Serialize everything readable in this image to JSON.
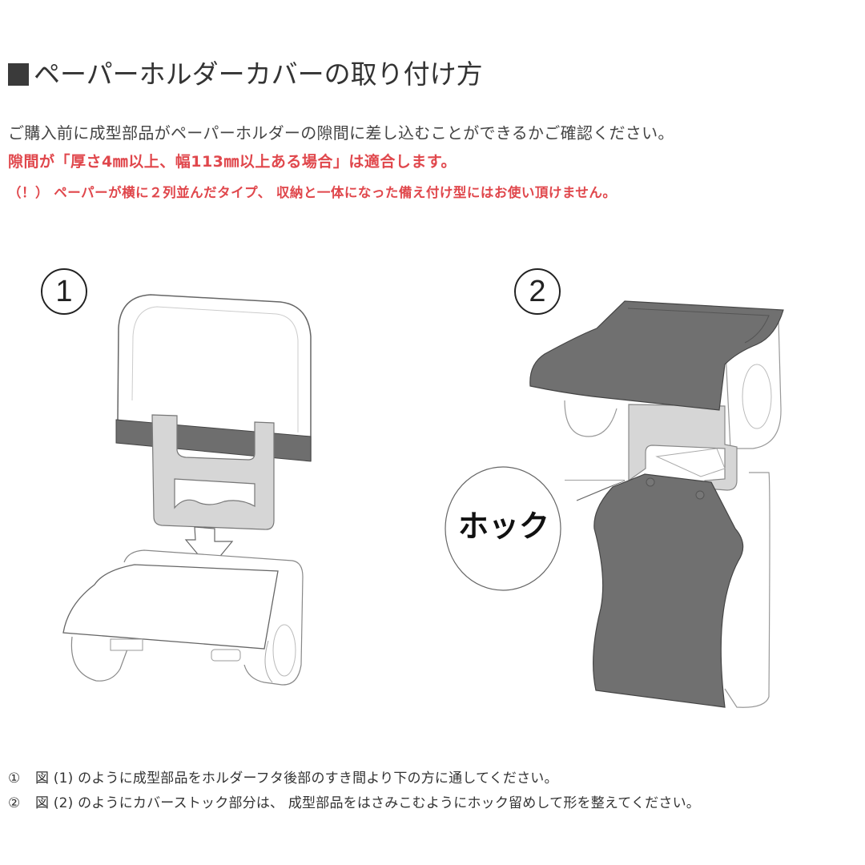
{
  "header": {
    "title": "ペーパーホルダーカバーの取り付け方"
  },
  "intro": {
    "line1": "ご購入前に成型部品がペーパーホルダーの隙間に差し込むことができるかご確認ください。",
    "line2": "隙間が「厚さ4㎜以上、幅113㎜以上ある場合」は適合します。",
    "line3": "（！） ペーパーが横に２列並んだタイプ、 収納と一体になった備え付け型にはお使い頂けません。"
  },
  "figures": {
    "fig1": {
      "number": "1"
    },
    "fig2": {
      "number": "2",
      "callout": "ホック"
    }
  },
  "colors": {
    "accent_red": "#e0474c",
    "cover_dark": "#707070",
    "part_gray": "#d6d6d6"
  },
  "steps": [
    {
      "marker": "①",
      "text": "図 (1) のように成型部品をホルダーフタ後部のすき間より下の方に通してください。"
    },
    {
      "marker": "②",
      "text": "図 (2) のようにカバーストック部分は、 成型部品をはさみこむようにホック留めして形を整えてください。"
    }
  ]
}
